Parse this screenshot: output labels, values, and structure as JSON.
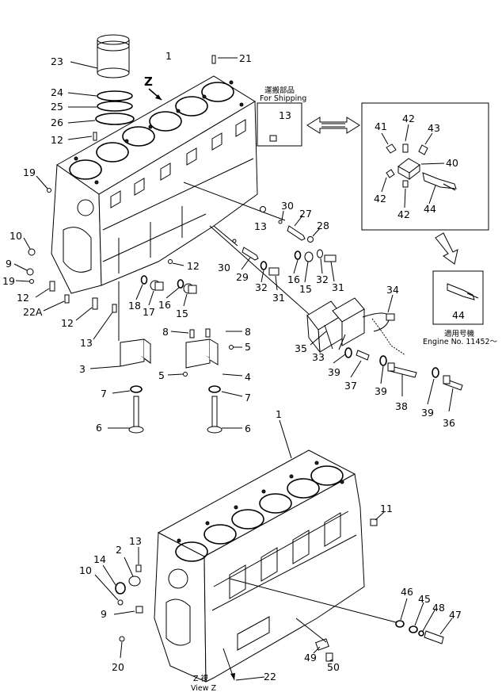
{
  "callouts": {
    "n1_top": "1",
    "n21": "21",
    "n23": "23",
    "z_mark": "Z",
    "n24": "24",
    "n25": "25",
    "n26": "26",
    "n12_a": "12",
    "n19_a": "19",
    "n10_a": "10",
    "n9_a": "9",
    "n19_b": "19",
    "n12_b": "12",
    "n22A": "22A",
    "n12_c": "12",
    "n13_a": "13",
    "n13_box": "13",
    "n41": "41",
    "n42_a": "42",
    "n43": "43",
    "n40": "40",
    "n42_b": "42",
    "n42_c": "42",
    "n44_a": "44",
    "n30_a": "30",
    "n27": "27",
    "n28": "28",
    "n13_b": "13",
    "n12_d": "12",
    "n30_b": "30",
    "n29": "29",
    "n16_a": "16",
    "n32_a": "32",
    "n31_a": "31",
    "n15_a": "15",
    "n32_b": "32",
    "n31_b": "31",
    "n18": "18",
    "n17": "17",
    "n16_b": "16",
    "n15_b": "15",
    "n44_b": "44",
    "n34": "34",
    "n35": "35",
    "n33": "33",
    "n39_a": "39",
    "n37": "37",
    "n39_b": "39",
    "n38": "38",
    "n39_c": "39",
    "n36": "36",
    "n8_a": "8",
    "n8_b": "8",
    "n5_a": "5",
    "n5_b": "5",
    "n3": "3",
    "n4": "4",
    "n7_a": "7",
    "n7_b": "7",
    "n6_a": "6",
    "n6_b": "6",
    "n1_bottom": "1",
    "n11": "11",
    "n13_c": "13",
    "n2": "2",
    "n14": "14",
    "n10_b": "10",
    "n9_b": "9",
    "n20": "20",
    "n46": "46",
    "n45": "45",
    "n48": "48",
    "n47": "47",
    "n49": "49",
    "n50": "50",
    "n22": "22"
  },
  "notes": {
    "shipping_jp": "運搬部品",
    "shipping_en": "For Shipping",
    "serial_jp": "適用号機",
    "serial_en": "Engine No. 11452～",
    "view_jp": "Z  視",
    "view_en": "View Z"
  }
}
